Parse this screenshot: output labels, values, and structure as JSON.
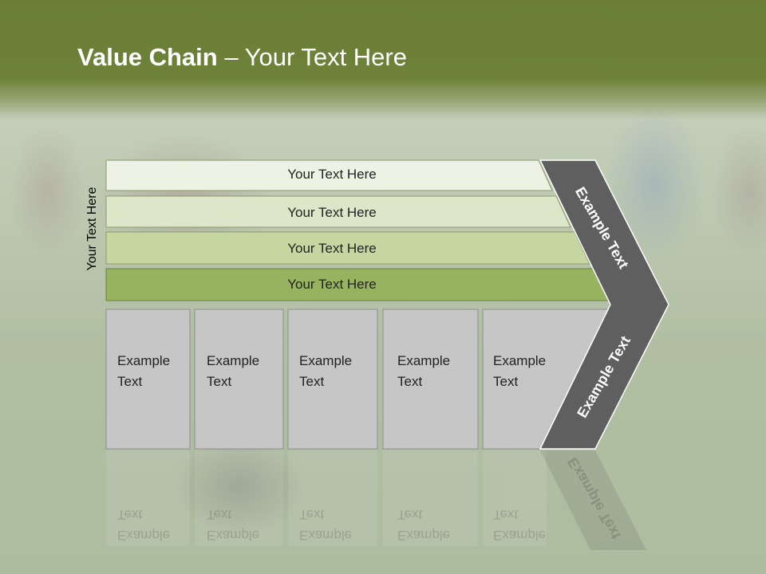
{
  "title": {
    "bold": "Value Chain",
    "rest": " – Your Text Here"
  },
  "side_label": "Your Text Here",
  "bars": [
    {
      "label": "Your Text Here",
      "fill": "#eef2e4"
    },
    {
      "label": "Your Text Here",
      "fill": "#dde6c9"
    },
    {
      "label": "Your Text Here",
      "fill": "#c6d6a1"
    },
    {
      "label": "Your Text Here",
      "fill": "#98b360"
    }
  ],
  "boxes": [
    {
      "label": "Example\nText"
    },
    {
      "label": "Example\nText"
    },
    {
      "label": "Example\nText"
    },
    {
      "label": "Example\nText"
    },
    {
      "label": "Example\nText"
    }
  ],
  "arrow": {
    "top_label": "Example Text",
    "bottom_label": "Example Text",
    "fill": "#5f5f5f"
  },
  "colors": {
    "header": "#6d8238",
    "box_fill": "#c6c6c6",
    "box_stroke": "#8e8e8e"
  }
}
